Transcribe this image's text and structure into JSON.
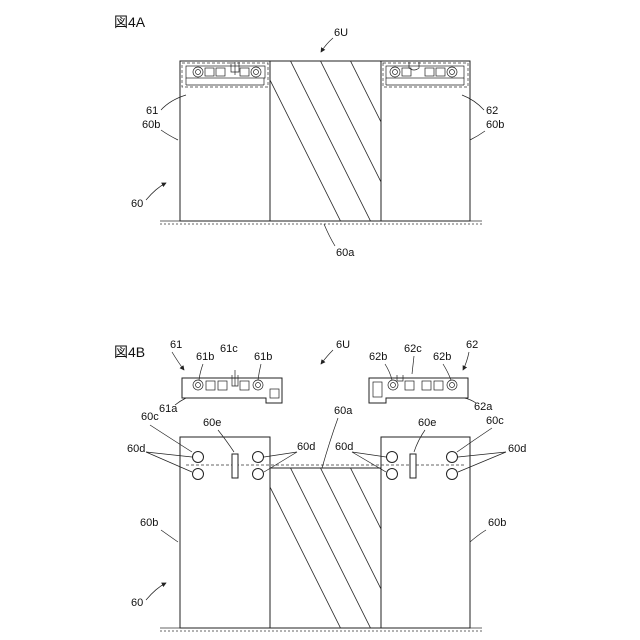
{
  "figures": {
    "a": {
      "title": "図4A",
      "labels": {
        "unit": "6U",
        "part61": "61",
        "part62": "62",
        "left_side": "60b",
        "right_side": "60b",
        "base": "60",
        "center": "60a"
      }
    },
    "b": {
      "title": "図4B",
      "labels": {
        "part61": "61",
        "p61b_left": "61b",
        "p61c": "61c",
        "p61b_right": "61b",
        "unit": "6U",
        "p62b_left": "62b",
        "p62c": "62c",
        "p62b_right": "62b",
        "part62": "62",
        "p60c_left": "60c",
        "p61a": "61a",
        "center": "60a",
        "p62a": "62a",
        "p60c_right": "60c",
        "p60e_left": "60e",
        "p60e_right": "60e",
        "p60d_1": "60d",
        "p60d_2": "60d",
        "p60d_3": "60d",
        "p60d_4": "60d",
        "left_side": "60b",
        "right_side": "60b",
        "base": "60"
      }
    }
  }
}
